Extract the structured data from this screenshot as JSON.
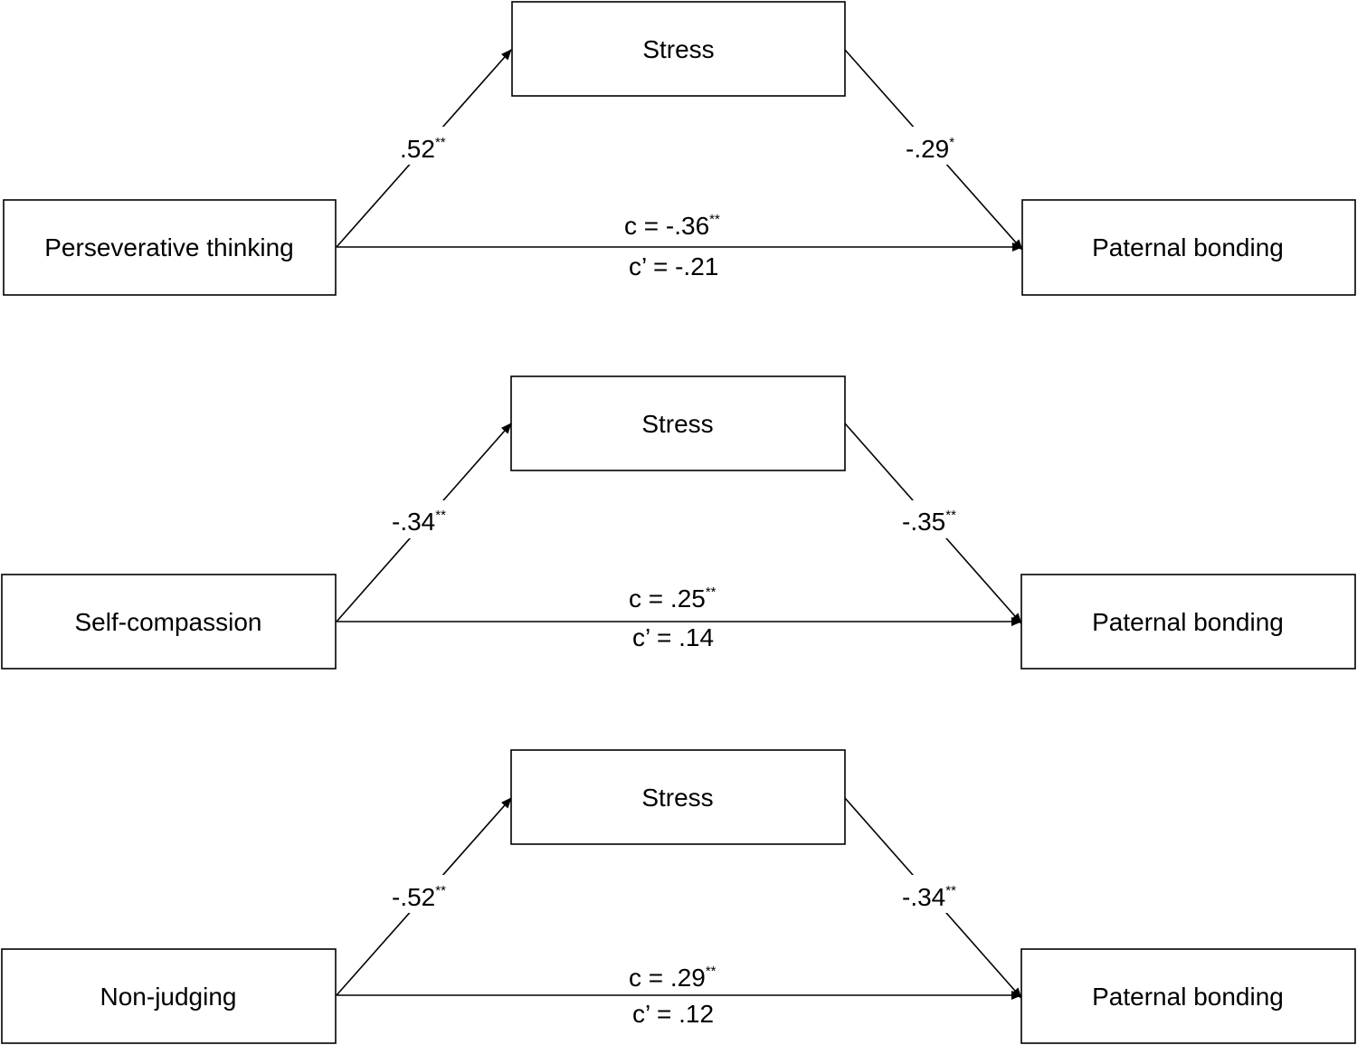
{
  "models": [
    {
      "predictor": "Perseverative thinking",
      "mediator": "Stress",
      "outcome": "Paternal bonding",
      "a": {
        "value": ".52",
        "sig": "**"
      },
      "b": {
        "value": "-.29",
        "sig": "*"
      },
      "c": {
        "value": "c = -.36",
        "sig": "**"
      },
      "c_prime": {
        "value": "c’ = -.21",
        "sig": ""
      }
    },
    {
      "predictor": "Self-compassion",
      "mediator": "Stress",
      "outcome": "Paternal bonding",
      "a": {
        "value": "-.34",
        "sig": "**"
      },
      "b": {
        "value": "-.35",
        "sig": "**"
      },
      "c": {
        "value": "c = .25",
        "sig": "**"
      },
      "c_prime": {
        "value": "c’ = .14",
        "sig": ""
      }
    },
    {
      "predictor": "Non-judging",
      "mediator": "Stress",
      "outcome": "Paternal bonding",
      "a": {
        "value": "-.52",
        "sig": "**"
      },
      "b": {
        "value": "-.34",
        "sig": "**"
      },
      "c": {
        "value": "c = .29",
        "sig": "**"
      },
      "c_prime": {
        "value": "c’ = .12",
        "sig": ""
      }
    }
  ]
}
